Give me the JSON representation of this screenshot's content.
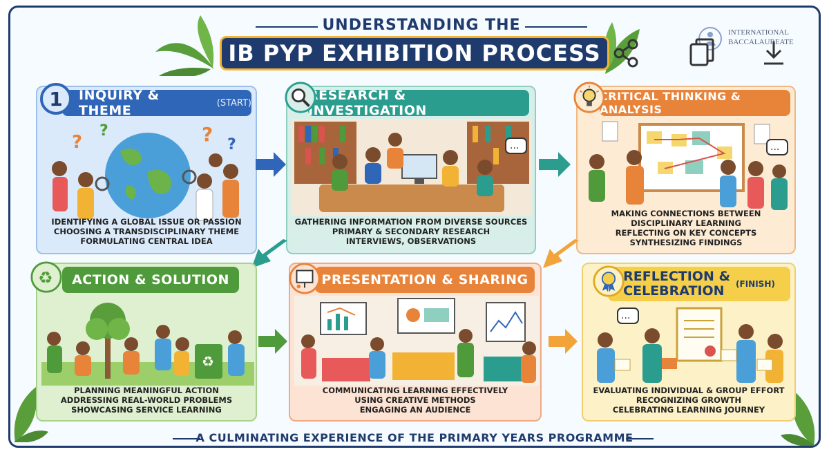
{
  "header": {
    "title_top": "UNDERSTANDING THE",
    "title_main_1": "IB PYP ",
    "title_main_2": "EXHIBITION",
    "title_main_3": " PROCESS",
    "logo_line1": "INTERNATIONAL",
    "logo_line2": "BACCALAUREATE"
  },
  "overlay": {
    "share_icon": "share-icon",
    "copy_icon": "copy-icon",
    "download_icon": "download-icon"
  },
  "stages": [
    {
      "number": "1",
      "title": "INQUIRY & THEME",
      "tag": "(START)",
      "lines": [
        "IDENTIFYING A GLOBAL ISSUE OR PASSION",
        "CHOOSING A TRANSDISCIPLINARY THEME",
        "FORMULATING CENTRAL IDEA"
      ],
      "color": "#2f66b8"
    },
    {
      "title": "RESEARCH & INVESTIGATION",
      "lines": [
        "GATHERING INFORMATION FROM DIVERSE SOURCES",
        "PRIMARY & SECONDARY RESEARCH",
        "INTERVIEWS, OBSERVATIONS"
      ],
      "color": "#2a9d8f"
    },
    {
      "title": "CRITICAL THINKING & ANALYSIS",
      "lines": [
        "MAKING CONNECTIONS BETWEEN",
        "DISCIPLINARY LEARNING",
        "REFLECTING ON KEY CONCEPTS",
        "SYNTHESIZING FINDINGS"
      ],
      "color": "#e8833a"
    },
    {
      "title": "ACTION & SOLUTION",
      "lines": [
        "PLANNING MEANINGFUL ACTION",
        "ADDRESSING REAL-WORLD PROBLEMS",
        "SHOWCASING SERVICE LEARNING"
      ],
      "color": "#4f9a3a"
    },
    {
      "title": "PRESENTATION & SHARING",
      "lines": [
        "COMMUNICATING LEARNING EFFECTIVELY",
        "USING CREATIVE METHODS",
        "ENGAGING AN AUDIENCE"
      ],
      "color": "#e8833a"
    },
    {
      "title_1": "REFLECTION &",
      "title_2": "CELEBRATION",
      "tag": "(FINISH)",
      "lines": [
        "EVALUATING INDIVIDUAL & GROUP EFFORT",
        "RECOGNIZING GROWTH",
        "CELEBRATING LEARNING JOURNEY"
      ],
      "color": "#e0a820"
    }
  ],
  "footer": {
    "text": "A CULMINATING EXPERIENCE OF THE PRIMARY YEARS PROGRAMME"
  },
  "colors": {
    "navy": "#1f3b6e",
    "gold": "#f2b233"
  }
}
